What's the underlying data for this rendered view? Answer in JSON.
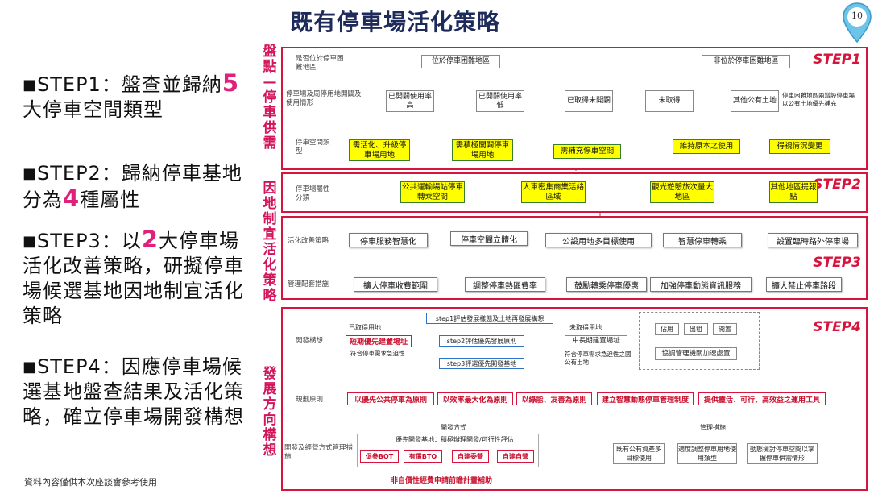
{
  "title": "既有停車場活化策略",
  "page_number": "10",
  "left": {
    "step1": {
      "prefix": "STEP1：盤查並歸納",
      "num": "5",
      "suffix": "大停車空間類型"
    },
    "step2": {
      "prefix": "STEP2：歸納停車基地分為",
      "num": "4",
      "suffix": "種屬性"
    },
    "step3": {
      "prefix": "STEP3：以",
      "num": "2",
      "suffix": "大停車場活化改善策略，研擬停車場候選基地因地制宜活化策略"
    },
    "step4": {
      "prefix": "STEP4：因應停車場候選基地盤查結果及活化策略，確立停車場開發構想",
      "num": "",
      "suffix": ""
    },
    "footer": "資料內容僅供本次座談會參考使用"
  },
  "vertical_titles": {
    "v1": "盤點—停車供需",
    "v2": "因地制宜活化策略",
    "v3": "發展方向構想"
  },
  "steps": [
    "STEP1",
    "STEP2",
    "STEP3",
    "STEP4"
  ],
  "panel1": {
    "row_labels": [
      "是否位於停車困難地區",
      "停車場及周停用地開闢及使用情形",
      "停車空間類型"
    ],
    "top": [
      "位於停車困難地區",
      "非位於停車困難地區"
    ],
    "mid": [
      "已開闢使用率高",
      "已開闢使用率低",
      "已取得未開闢",
      "未取得",
      "其他公有土地"
    ],
    "mid_note": "停車困難地區兩增設停車場以公有土地優先補充",
    "types": [
      "需活化、升級停車場用地",
      "需積極開闢停車場用地",
      "需補充停車空間",
      "維持原本之使用",
      "得視情況變更"
    ]
  },
  "panel2": {
    "row_label": "停車場屬性分類",
    "items": [
      "公共運輸場站停車轉乘空間",
      "人車密集商業活絡區域",
      "觀光遊憩旅次量大地區",
      "其他地區提報點"
    ]
  },
  "panel3": {
    "row_labels": [
      "活化改善策略",
      "管理配套措施"
    ],
    "strategies": [
      "停車服務智慧化",
      "停車空間立體化",
      "公設用地多目標使用",
      "智慧停車轉乘",
      "設置臨時路外停車場"
    ],
    "measures": [
      "擴大停車收費範圍",
      "調整停車熱區費率",
      "鼓勵轉乘停車優惠",
      "加強停車動態資訊服務",
      "擴大禁止停車路段"
    ]
  },
  "panel4": {
    "row_labels": [
      "開發構想",
      "規劃原則",
      "開發及經營方式管理措施"
    ],
    "acquired": "已取得用地",
    "short_term": "短期優先建置場址",
    "acquired_note": "符合停車需求急迫性",
    "steps": [
      "step1評估發展樣態及土地再發展構想",
      "step2評估優先發展原則",
      "step3評選優先開發基地"
    ],
    "unacquired": "未取得用地",
    "mid_long": "中長期建置場址",
    "unacquired_note": "符合停車需求急迫性之國公有土地",
    "methods": [
      "佔用",
      "出租",
      "開置"
    ],
    "coord": "協調管理機關加速處置",
    "principles": [
      "以優先公共停車為原則",
      "以效率最大化為原則",
      "以綠能、友善為原則",
      "建立智慧動態停車管理制度",
      "提供靈活、可行、高效益之運用工具"
    ],
    "dev_title": "開發方式",
    "dev_subtitle": "優先開發基地：積極辦理開發/可行性評估",
    "dev_items": [
      "促參BOT",
      "有償BTO",
      "自建委營",
      "自建自營"
    ],
    "mgmt_title": "管理措施",
    "mgmt_items": [
      "既有公有資產多目標使用",
      "適度調整停車用地使用類型",
      "動態檢討停車空間以掌握停車供需情形"
    ],
    "funding": "非自價性經費申請前瞻計畫補助"
  }
}
